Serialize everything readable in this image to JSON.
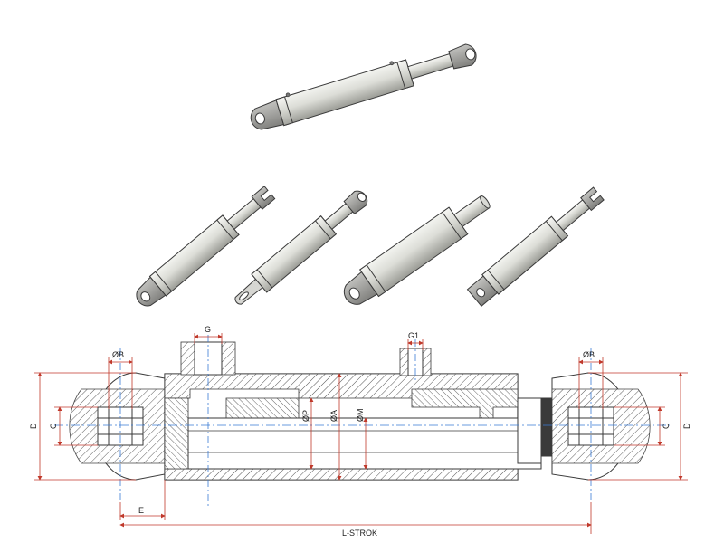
{
  "colors": {
    "body_light": "#e6e7e2",
    "body_mid": "#c9cac4",
    "body_dark": "#8d8e89",
    "eye_metal": "#a9a9a6",
    "outline": "#3a3a3a",
    "hatch": "#555555",
    "dimension": "#c0392b",
    "centerline": "#3a7bd5"
  },
  "illustrations": {
    "top": "rod-eye-cylinder-horizontal",
    "row": [
      "clevis-rod-eye-base",
      "flat-tab-eye-rod",
      "threaded-rod-eye-base",
      "clevis-rod-clevis-base"
    ]
  },
  "drawing": {
    "labels": {
      "g": "G",
      "g1": "G1",
      "b_left": "ØB",
      "b_right": "ØB",
      "d_left": "D",
      "c_left": "C",
      "c_right": "C",
      "d_right": "D",
      "p": "ØP",
      "a": "ØA",
      "m": "ØM",
      "e": "E",
      "l_stroke": "L-STROK"
    }
  }
}
